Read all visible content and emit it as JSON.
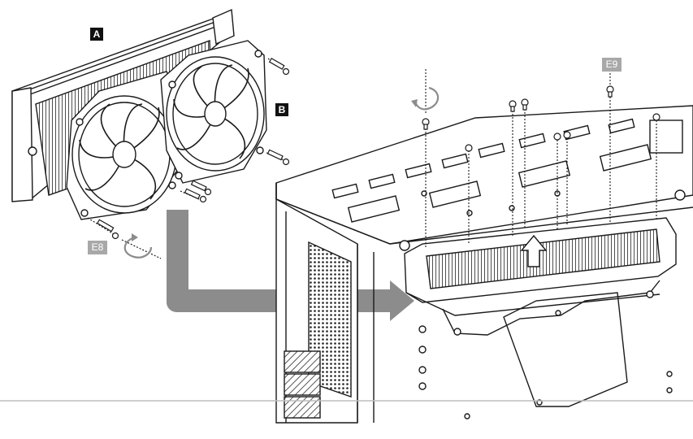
{
  "labels": {
    "part_a": "A",
    "part_b": "B",
    "screw_e8": "E8",
    "screw_e9": "E9"
  },
  "colors": {
    "arrow": "#8c8c8c",
    "line": "#1a1a1a",
    "fill_light": "#ffffff",
    "fill_shade": "#d9d9d9",
    "label_dark_bg": "#111111",
    "label_grey_bg": "#a8a8a8"
  },
  "icons": [
    "rotate-arrow-icon",
    "install-direction-arrow-icon",
    "transfer-arrow-icon"
  ]
}
